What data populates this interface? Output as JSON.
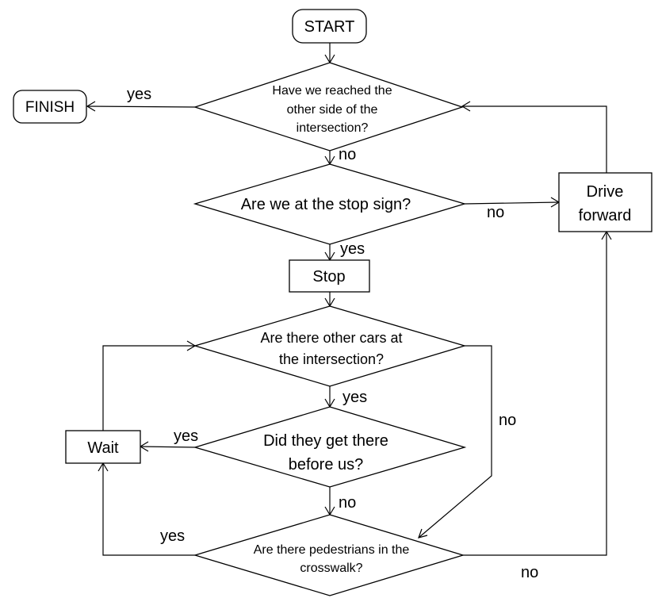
{
  "nodes": {
    "start": {
      "lines": [
        "START"
      ]
    },
    "finish": {
      "lines": [
        "FINISH"
      ]
    },
    "reached": {
      "lines": [
        "Have we reached the",
        "other side of the",
        "intersection?"
      ]
    },
    "stopsign": {
      "lines": [
        "Are we at the stop sign?"
      ]
    },
    "drive": {
      "lines": [
        "Drive",
        "forward"
      ]
    },
    "stop": {
      "lines": [
        "Stop"
      ]
    },
    "othercars": {
      "lines": [
        "Are there other cars at",
        "the intersection?"
      ]
    },
    "theyfirst": {
      "lines": [
        "Did they get there",
        "before us?"
      ]
    },
    "wait": {
      "lines": [
        "Wait"
      ]
    },
    "pedestrians": {
      "lines": [
        "Are there pedestrians in the",
        "crosswalk?"
      ]
    }
  },
  "edge_labels": {
    "reached_yes": "yes",
    "reached_no": "no",
    "stopsign_no": "no",
    "stopsign_yes": "yes",
    "othercars_yes": "yes",
    "othercars_no": "no",
    "theyfirst_yes": "yes",
    "theyfirst_no": "no",
    "pedestrians_yes": "yes",
    "pedestrians_no": "no"
  }
}
